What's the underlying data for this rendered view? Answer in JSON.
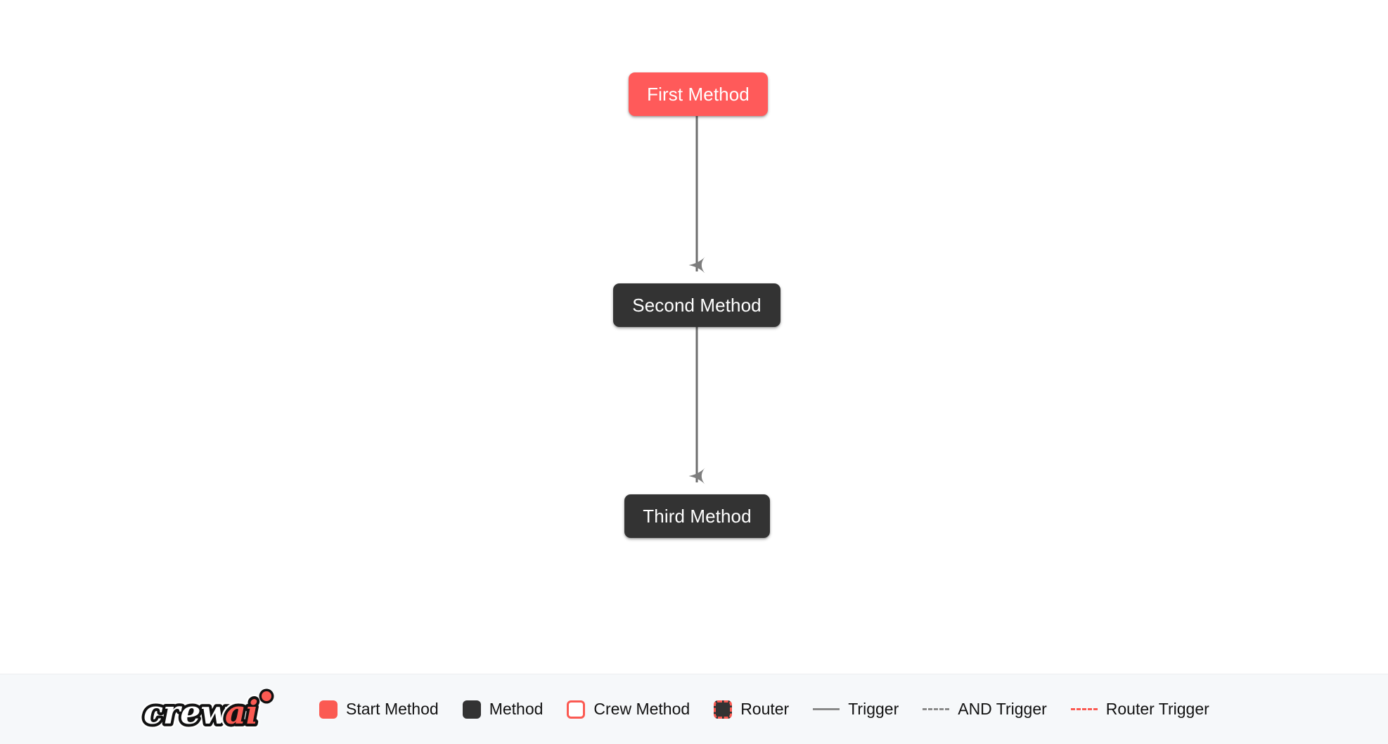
{
  "canvas": {
    "background": "#ffffff",
    "nodes": [
      {
        "id": "first",
        "label": "First Method",
        "type": "start-method"
      },
      {
        "id": "second",
        "label": "Second Method",
        "type": "method"
      },
      {
        "id": "third",
        "label": "Third Method",
        "type": "method"
      }
    ],
    "edges": [
      {
        "from": "first",
        "to": "second",
        "type": "trigger"
      },
      {
        "from": "second",
        "to": "third",
        "type": "trigger"
      }
    ]
  },
  "legend": {
    "background": "#f6f8fa",
    "brand": {
      "name": "crewai",
      "text_dark": "crew",
      "text_accent": "ai",
      "accent_color": "#fb5a52"
    },
    "items": [
      {
        "label": "Start Method",
        "marker": "square-filled-red",
        "color": "#fb5a52"
      },
      {
        "label": "Method",
        "marker": "square-filled-dark",
        "color": "#333333"
      },
      {
        "label": "Crew Method",
        "marker": "square-outline-red",
        "color": "#fb5a52"
      },
      {
        "label": "Router",
        "marker": "square-dashed-red",
        "color": "#fb5a52"
      },
      {
        "label": "Trigger",
        "marker": "line-solid-gray",
        "color": "#8a8a8a"
      },
      {
        "label": "AND Trigger",
        "marker": "line-dashed-gray",
        "color": "#8a8a8a"
      },
      {
        "label": "Router Trigger",
        "marker": "line-dashed-red",
        "color": "#fb5a52"
      }
    ]
  }
}
